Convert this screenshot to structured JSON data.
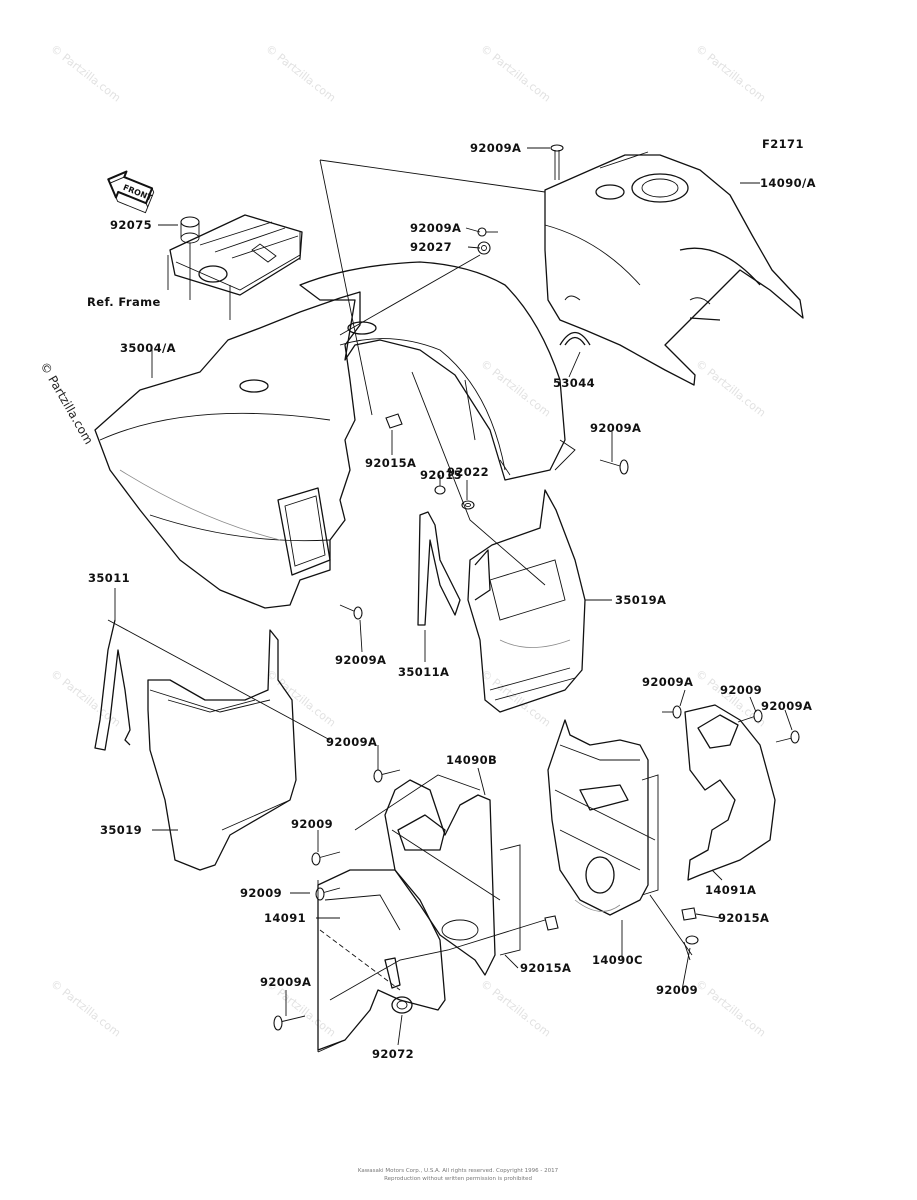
{
  "figure_code": "F2171",
  "front_arrow_label": "FRONT",
  "ref_frame_label": "Ref. Frame",
  "part_labels": [
    "92009A",
    "14090/A",
    "92075",
    "92009A",
    "92027",
    "35004/A",
    "53044",
    "92015A",
    "92015",
    "92022",
    "92009A",
    "35011",
    "35019A",
    "92009A",
    "35011A",
    "92009A",
    "92009A",
    "92009",
    "92009A",
    "14090B",
    "35019",
    "92009",
    "92009",
    "14091",
    "14091A",
    "92015A",
    "92015A",
    "14090C",
    "92009A",
    "92009",
    "92072"
  ],
  "watermark_text": "© Partzilla.com",
  "footer_lines": [
    "Kawasaki Motors Corp., U.S.A. All rights reserved. Copyright 1996 - 2017",
    "Reproduction without written permission is prohibited"
  ]
}
